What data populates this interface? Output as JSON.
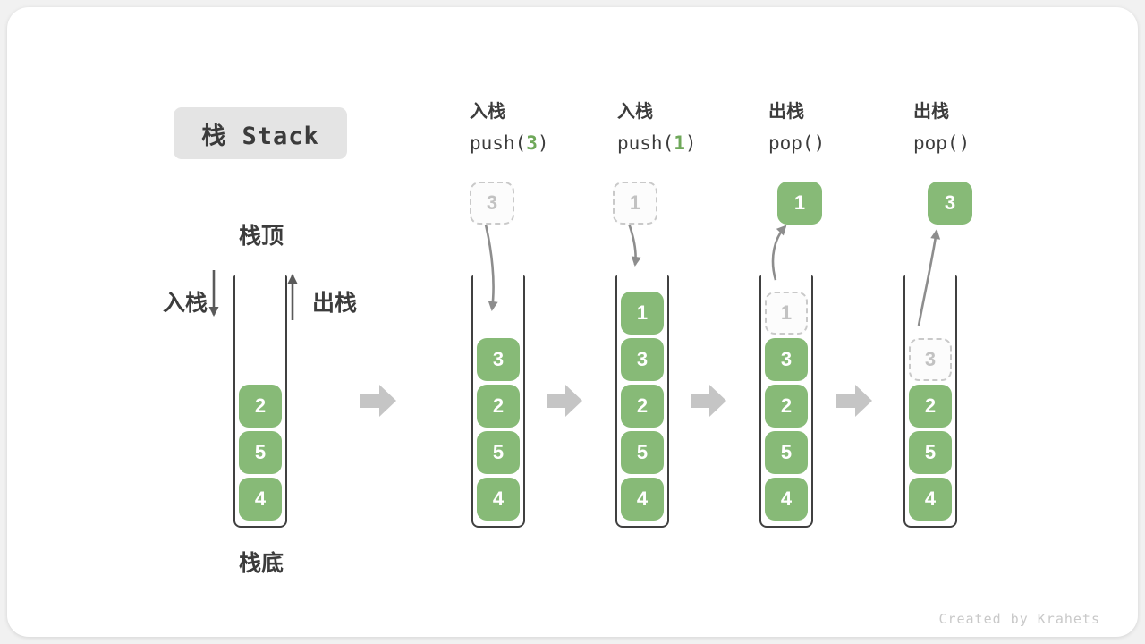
{
  "title": {
    "label": "栈 Stack"
  },
  "legend": {
    "stack_top": "栈顶",
    "stack_bottom": "栈底",
    "push": "入栈",
    "pop": "出栈"
  },
  "columns": [
    {
      "op": "入栈",
      "code_pre": "push(",
      "code_arg": "3",
      "code_post": ")",
      "float_value": "3",
      "float_kind": "dashed"
    },
    {
      "op": "入栈",
      "code_pre": "push(",
      "code_arg": "1",
      "code_post": ")",
      "float_value": "1",
      "float_kind": "dashed"
    },
    {
      "op": "出栈",
      "code_pre": "pop(",
      "code_arg": "",
      "code_post": ")",
      "float_value": "1",
      "float_kind": "solid"
    },
    {
      "op": "出栈",
      "code_pre": "pop(",
      "code_arg": "",
      "code_post": ")",
      "float_value": "3",
      "float_kind": "solid"
    }
  ],
  "stacks": [
    {
      "ghost": "",
      "cells": [
        "2",
        "5",
        "4"
      ]
    },
    {
      "ghost": "",
      "cells": [
        "3",
        "2",
        "5",
        "4"
      ]
    },
    {
      "ghost": "",
      "cells": [
        "1",
        "3",
        "2",
        "5",
        "4"
      ]
    },
    {
      "ghost": "1",
      "cells": [
        "3",
        "2",
        "5",
        "4"
      ]
    },
    {
      "ghost": "3",
      "cells": [
        "2",
        "5",
        "4"
      ]
    }
  ],
  "watermark": "Created by Krahets",
  "colors": {
    "cell_green": "#87ba77",
    "code_arg_green": "#6fa85a",
    "container_border": "#404040",
    "ghost_gray": "#c9c9c9",
    "block_arrow_gray": "#c5c5c5",
    "curve_arrow_gray": "#8d8d8d",
    "side_arrow_dark": "#5a5a5a",
    "title_badge_bg": "#e4e4e4",
    "card_bg": "#ffffff",
    "page_bg": "#f1f1f1"
  }
}
